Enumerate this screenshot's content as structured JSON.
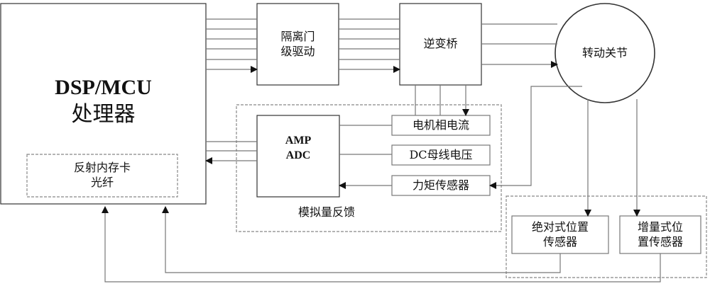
{
  "dsp": {
    "title": "DSP/MCU",
    "subtitle": "处理器",
    "inner_line1": "反射内存卡",
    "inner_line2": "光纤"
  },
  "gate_driver": {
    "line1": "隔离门",
    "line2": "级驱动"
  },
  "inverter": {
    "label": "逆变桥"
  },
  "joint": {
    "label": "转动关节"
  },
  "analog": {
    "amp": "AMP",
    "adc": "ADC",
    "phase_current": "电机相电流",
    "dc_bus": "DC母线电压",
    "torque": "力矩传感器",
    "group_label": "模拟量反馈"
  },
  "sensors": {
    "abs_line1": "绝对式位置",
    "abs_line2": "传感器",
    "inc_line1": "增量式位",
    "inc_line2": "置传感器"
  },
  "colors": {
    "line": "#777777",
    "box": "#333333"
  }
}
